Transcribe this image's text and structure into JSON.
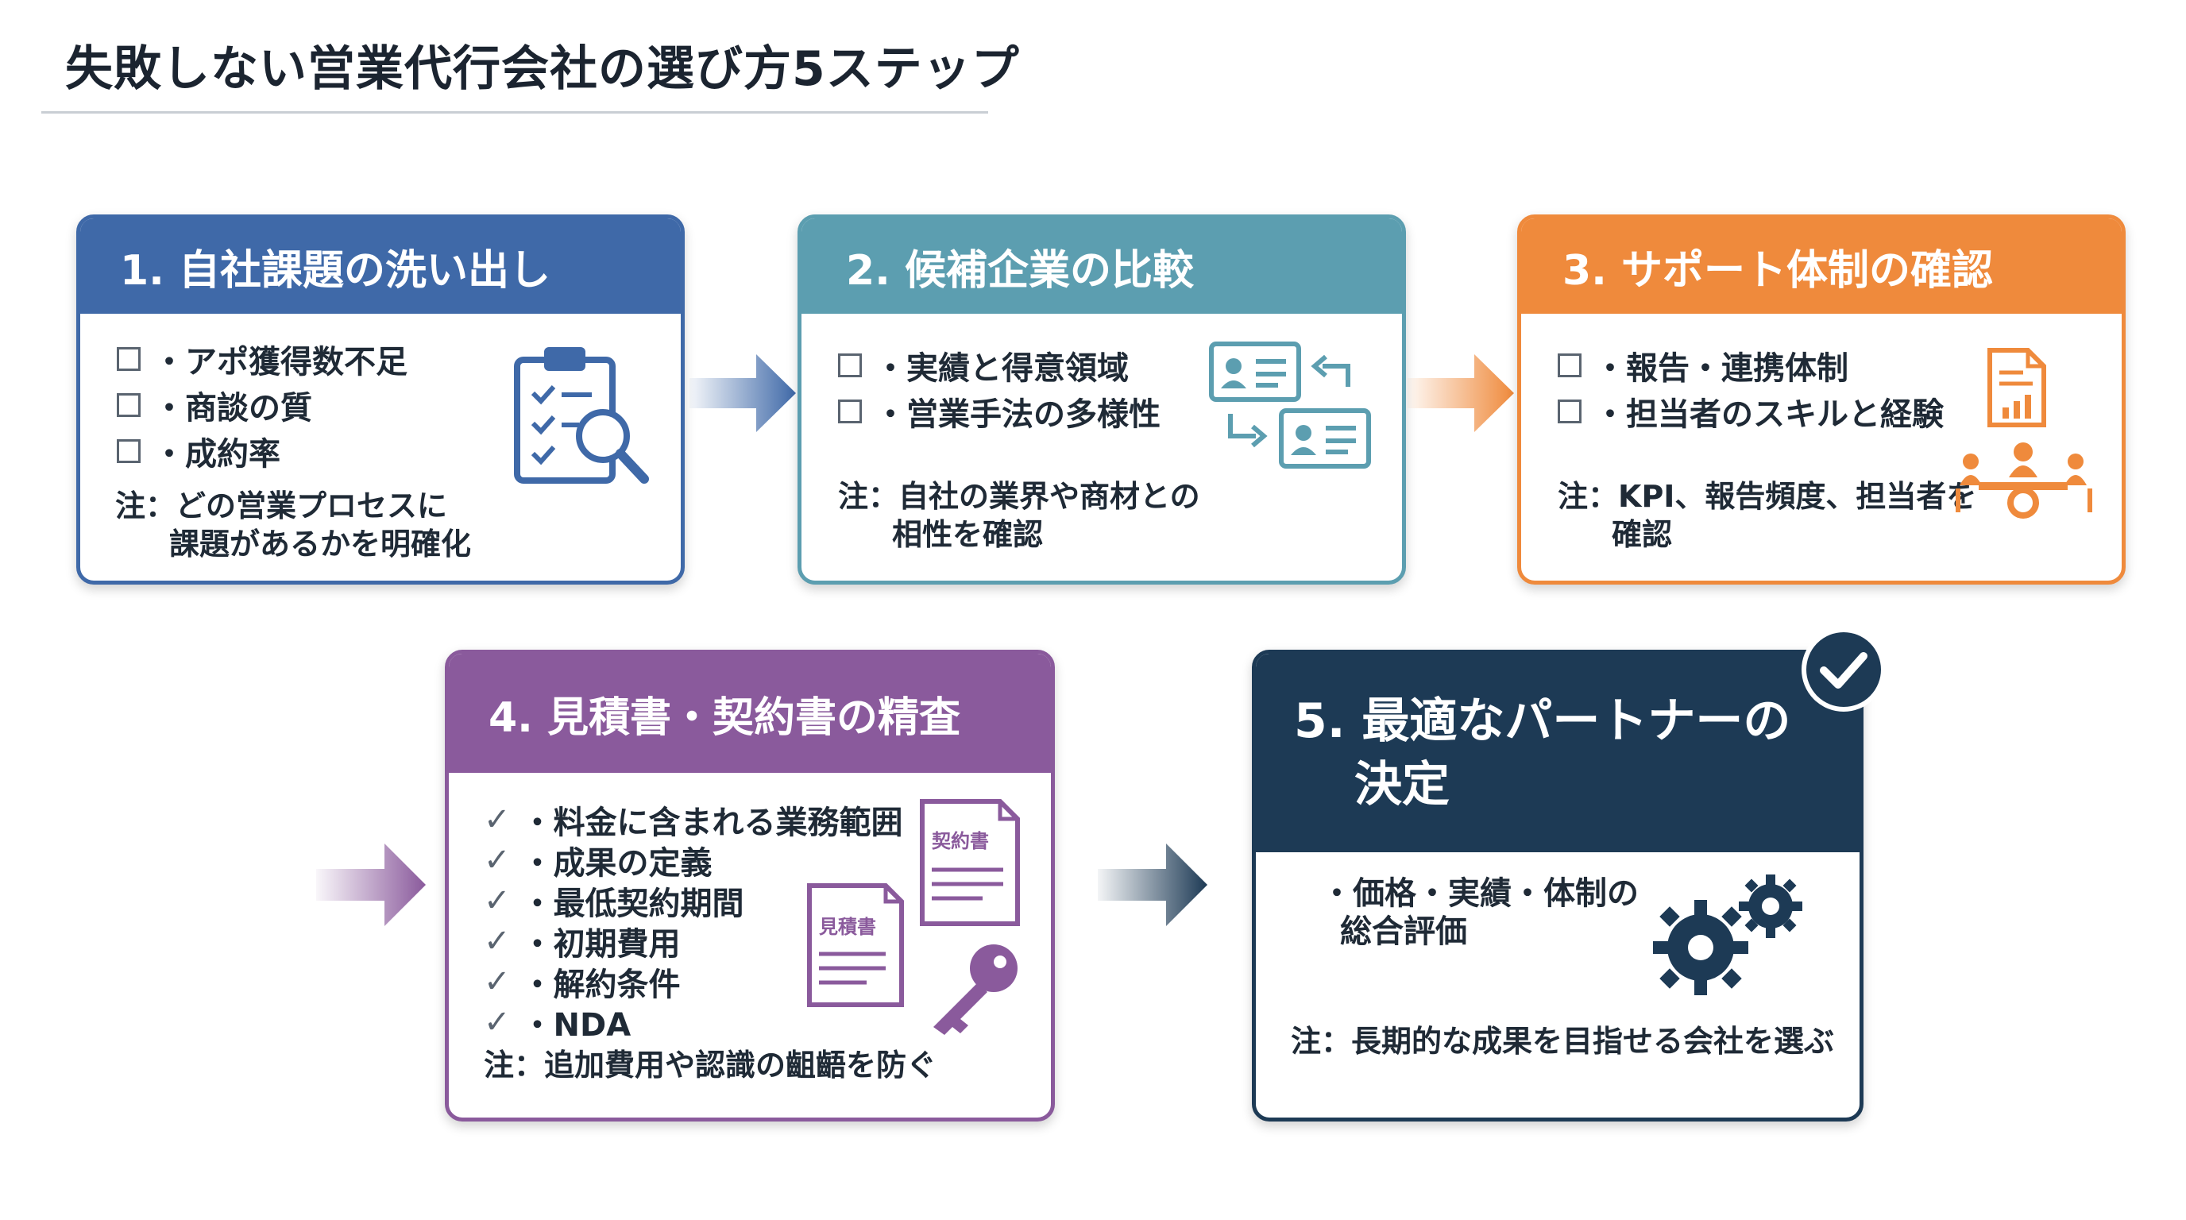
{
  "title": "失敗しない営業代行会社の選び方5ステップ",
  "colors": {
    "step1": "#3f69a8",
    "step2": "#5c9eb0",
    "step3": "#ef8a3c",
    "step4": "#8a5a9c",
    "step5": "#1d3a55"
  },
  "steps": [
    {
      "heading": "1. 自社課題の洗い出し",
      "items": [
        "・アポ獲得数不足",
        "・商談の質",
        "・成約率"
      ],
      "note_line1": "注：どの営業プロセスに",
      "note_line2": "課題があるかを明確化",
      "icon": "clipboard-magnifier-icon"
    },
    {
      "heading": "2. 候補企業の比較",
      "items": [
        "・実績と得意領域",
        "・営業手法の多様性"
      ],
      "note_line1": "注：自社の業界や商材との",
      "note_line2": "相性を確認",
      "icon": "profile-cards-compare-icon"
    },
    {
      "heading": "3. サポート体制の確認",
      "items": [
        "・報告・連携体制",
        "・担当者のスキルと経験"
      ],
      "note_line1": "注：KPI、報告頻度、担当者を",
      "note_line2": "確認",
      "icon": "report-team-meeting-icon"
    },
    {
      "heading": "4. 見積書・契約書の精査",
      "items": [
        "・料金に含まれる業務範囲",
        "・成果の定義",
        "・最低契約期間",
        "・初期費用",
        "・解約条件",
        "・NDA"
      ],
      "note_line1": "注：追加費用や認識の齟齬を防ぐ",
      "doc_label_1": "見積書",
      "doc_label_2": "契約書",
      "icon": "documents-key-icon"
    },
    {
      "heading_line1": "5. 最適なパートナーの",
      "heading_line2": "決定",
      "items_line1": "・価格・実績・体制の",
      "items_line2": "総合評価",
      "note_line1": "注：長期的な成果を目指せる会社を選ぶ",
      "icon": "gears-icon",
      "badge_icon": "checkmark-badge-icon"
    }
  ]
}
